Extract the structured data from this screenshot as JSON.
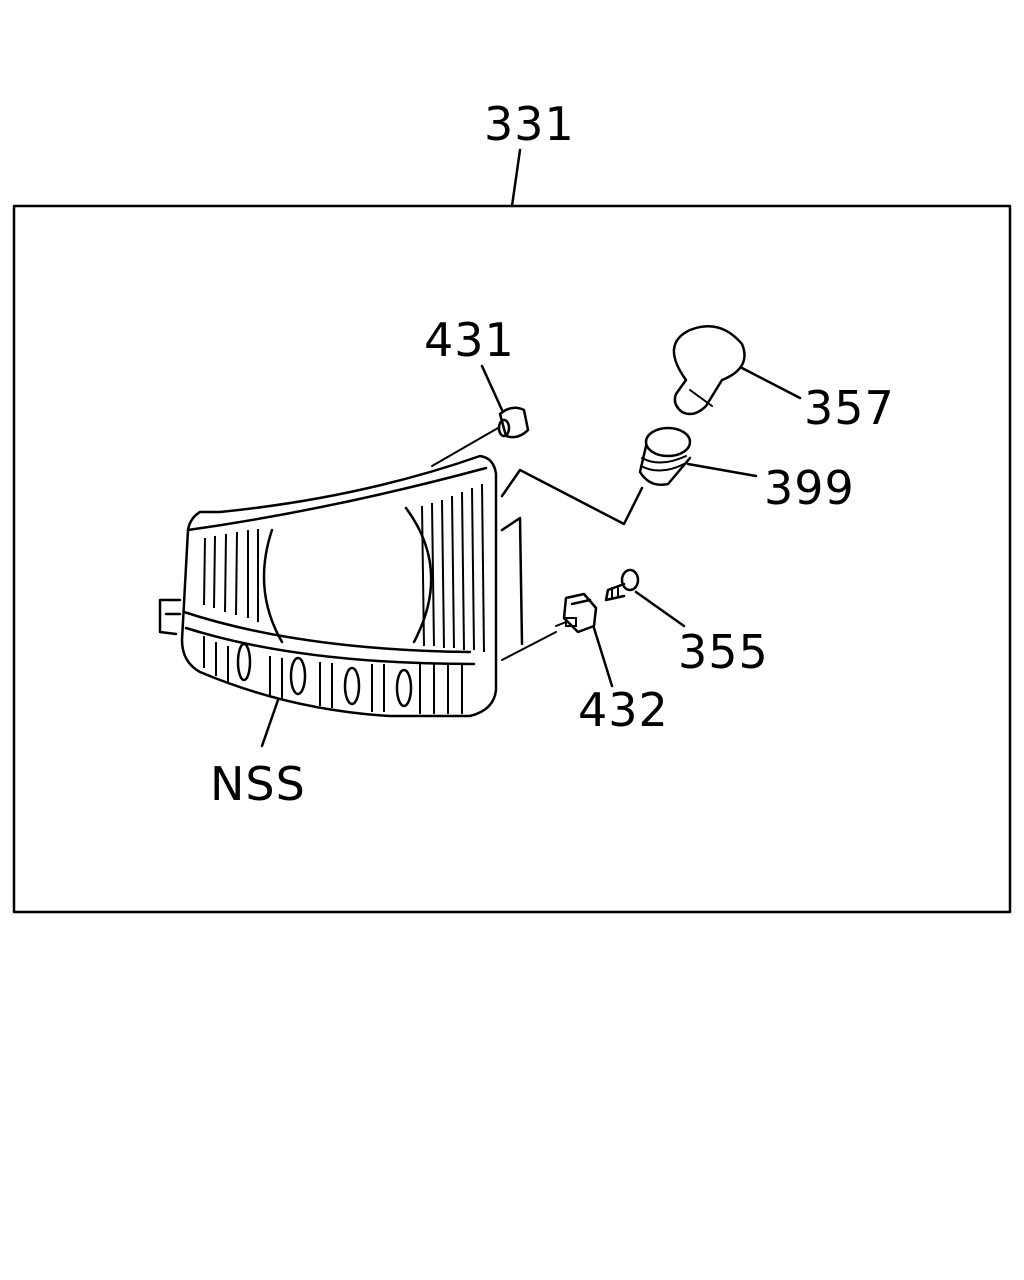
{
  "diagram": {
    "callouts": {
      "assembly": "331",
      "grommet": "431",
      "bulb": "357",
      "socket": "399",
      "screw": "355",
      "connector": "432",
      "lens": "NSS"
    },
    "colors": {
      "line": "#000000",
      "background": "#ffffff"
    }
  }
}
